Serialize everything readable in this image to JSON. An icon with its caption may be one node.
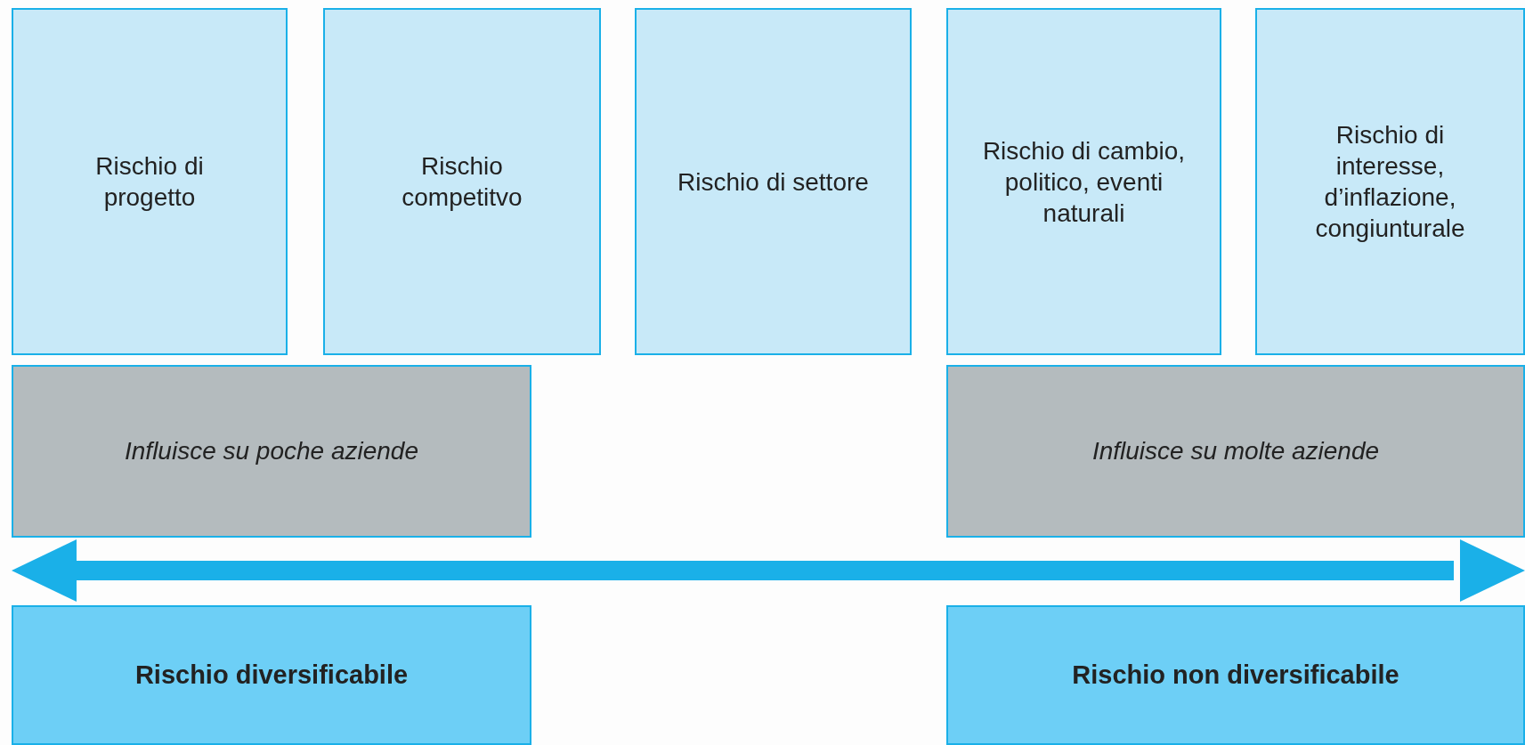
{
  "diagram": {
    "nodes": [
      {
        "text": [
          "Rischio di progetto"
        ]
      },
      {
        "text": [
          "Rischio competitvo"
        ]
      },
      {
        "text": [
          "Rischio di settore"
        ]
      },
      {
        "text": [
          "Rischio di cambio, politico, eventi naturali"
        ]
      },
      {
        "text": [
          "Rischio di interesse, d’inflazione, congiunturale"
        ]
      },
      {
        "text": [
          "Influisce su poche aziende"
        ]
      },
      {
        "text": [
          "Influisce su molte aziende"
        ]
      },
      {
        "text": [
          "Rischio diversificabile"
        ]
      },
      {
        "text": [
          "Rischio non diversificabile"
        ]
      }
    ]
  }
}
